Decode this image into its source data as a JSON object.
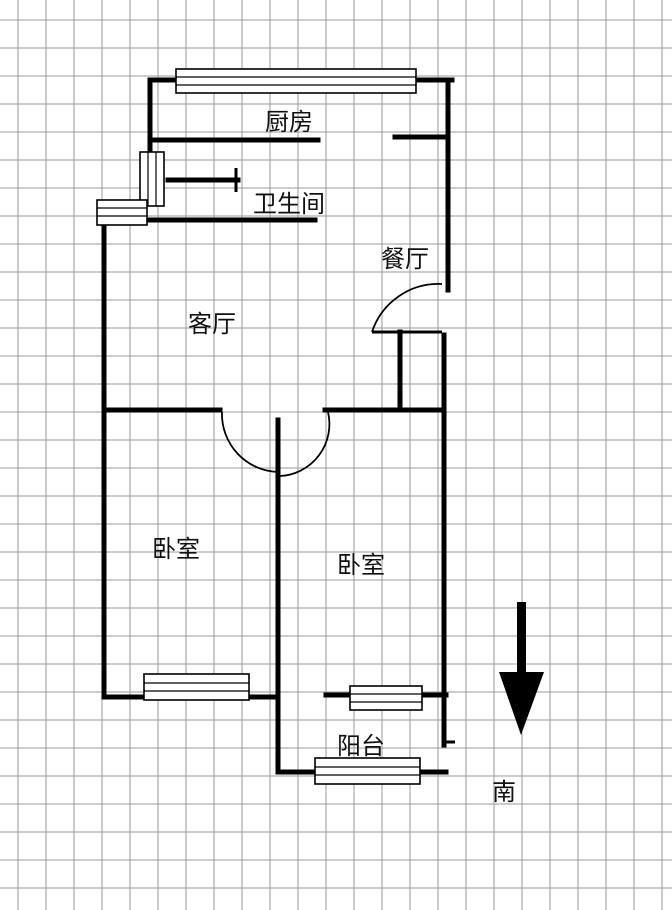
{
  "rooms": {
    "kitchen": "厨房",
    "bathroom": "卫生间",
    "dining": "餐厅",
    "living": "客厅",
    "bedroom_left": "卧室",
    "bedroom_right": "卧室",
    "balcony": "阳台"
  },
  "compass": {
    "direction_label": "南",
    "arrow_icon": "arrow-down-icon"
  },
  "colors": {
    "grid": "#9a9a9a",
    "walls": "#000000",
    "background": "#ffffff"
  }
}
